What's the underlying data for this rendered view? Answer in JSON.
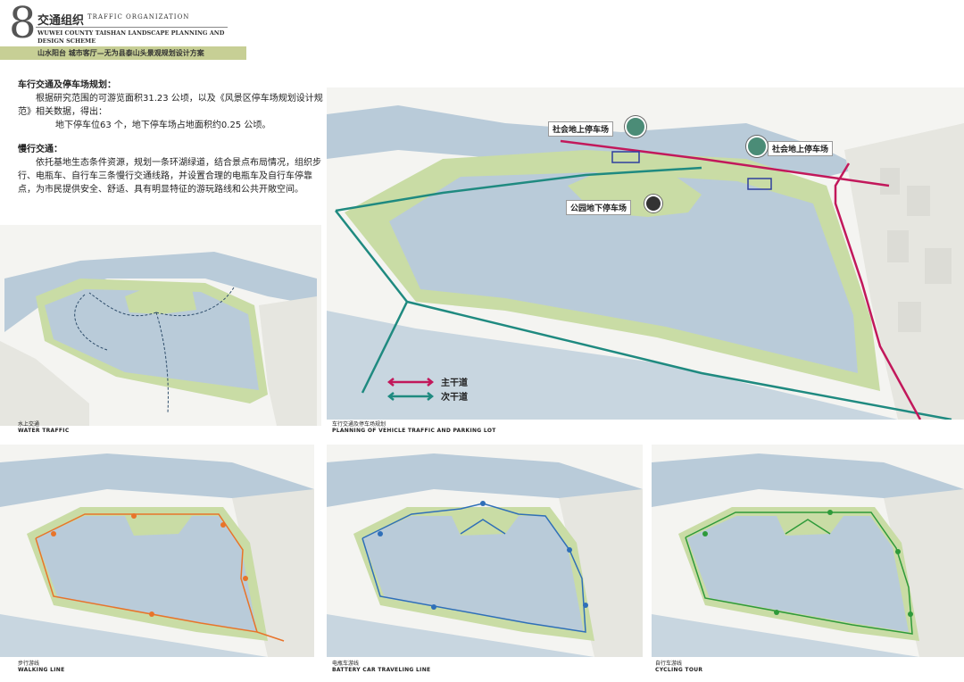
{
  "header": {
    "number": "8",
    "title_cn": "交通组织",
    "title_en": "TRAFFIC ORGANIZATION",
    "project_en": "WUWEI COUNTY TAISHAN LANDSCAPE PLANNING AND DESIGN SCHEME",
    "subtitle": "山水阳台  城市客厅—无为县泰山头景观规划设计方案"
  },
  "text": {
    "vehicle_heading": "车行交通及停车场规划：",
    "vehicle_p1": "根据研究范围的可游览面积31.23 公顷，以及《风景区停车场规划设计规范》相关数据，得出：",
    "vehicle_p2": "地下停车位63 个，地下停车场占地面积约0.25 公顷。",
    "slow_heading": "慢行交通：",
    "slow_p1": "依托基地生态条件资源，规划一条环湖绿道，结合景点布局情况，组织步行、电瓶车、自行车三条慢行交通线路，并设置合理的电瓶车及自行车停靠点，为市民提供安全、舒适、具有明显特征的游玩路线和公共开敞空间。"
  },
  "main_map": {
    "caption_cn": "车行交通及停车场规划",
    "caption_en": "PLANNING OF VEHICLE TRAFFIC AND PARKING LOT",
    "labels": {
      "parking_1": "社会地上停车场",
      "parking_2": "社会地上停车场",
      "parking_underground": "公园地下停车场"
    },
    "legend": {
      "main_road": "主干道",
      "secondary_road": "次干道"
    },
    "colors": {
      "main_road": "#c2185b",
      "secondary_road": "#1f8a80"
    }
  },
  "panels": {
    "water": {
      "caption_cn": "水上交通",
      "caption_en": "WATER TRAFFIC"
    },
    "walking": {
      "caption_cn": "步行游线",
      "caption_en": "WALKING LINE",
      "color": "#e8742a"
    },
    "battery": {
      "caption_cn": "电瓶车游线",
      "caption_en": "BATTERY CAR TRAVELING LINE",
      "color": "#2f6fb8"
    },
    "cycling": {
      "caption_cn": "自行车游线",
      "caption_en": "CYCLING TOUR",
      "color": "#2e9a3a"
    }
  },
  "colors": {
    "water": "#b9cbd9",
    "land": "#f1f1ec",
    "green": "#c9dca5",
    "subtitle_bar": "#c7cf95"
  }
}
